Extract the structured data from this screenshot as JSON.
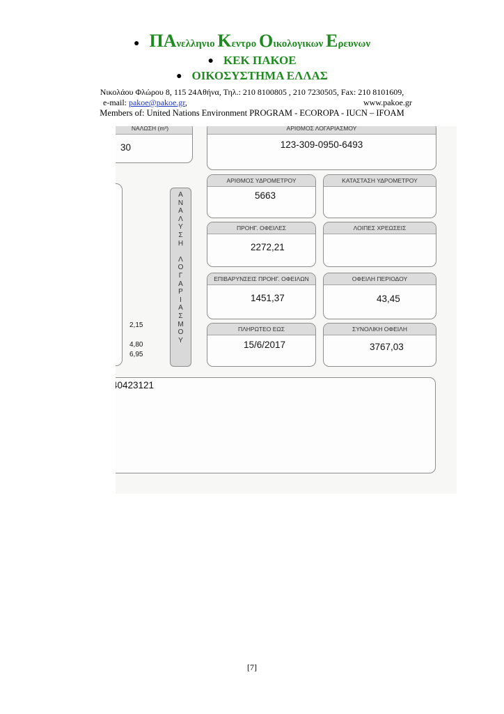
{
  "header": {
    "org_line": [
      "ΠΑ",
      "νελληνιο ",
      "Κ",
      "εντρο ",
      "Ο",
      "ικολογικων ",
      "Ε",
      "ρευνων"
    ],
    "org_short": "ΚΕΚ ΠΑΚΟΕ",
    "network": "ΟΙΚΟΣΥΣΤΗΜΑ ΕΛΛΑΣ",
    "address": "Νικολάου Φλώρου 8, 115 24Αθήνα, Τηλ.: 210 8100805 , 210 7230505, Fax: 210 8101609,",
    "email_label": "e-mail: ",
    "email": "pakoe@pakoe.gr",
    "email_suffix": ",",
    "website": "www.pakoe.gr",
    "members": "Members of:  United Nations Environment PROGRAM  -  ECOROPA  -  IUCN – IFOAM"
  },
  "bill": {
    "consumption_label": "ΝΑΛΩΣΗ (m³)",
    "consumption_value": "30",
    "account_label": "ΑΡΙΘΜΟΣ ΛΟΓΑΡΙΑΣΜΟΥ",
    "account_value": "123-309-0950-6493",
    "meter_label": "ΑΡΙΘΜΟΣ ΥΔΡΟΜΕΤΡΟΥ",
    "meter_value": "5663",
    "meter_status_label": "ΚΑΤΑΣΤΑΣΗ ΥΔΡΟΜΕΤΡΟΥ",
    "meter_status_value": "",
    "prev_debt_label": "ΠΡΟΗΓ. ΟΦΕΙΛΕΣ",
    "prev_debt_value": "2272,21",
    "other_charges_label": "ΛΟΙΠΕΣ ΧΡΕΩΣΕΙΣ",
    "other_charges_value": "",
    "surcharges_label": "ΕΠΙΒΑΡΥΝΣΕΙΣ ΠΡΟΗΓ. ΟΦΕΙΛΩΝ",
    "surcharges_value": "1451,37",
    "period_debt_label": "ΟΦΕΙΛΗ ΠΕΡΙΟΔΟΥ",
    "period_debt_value": "43,45",
    "pay_by_label": "ΠΛΗΡΩΤΕΟ ΕΩΣ",
    "pay_by_value": "15/6/2017",
    "total_debt_label": "ΣΥΝΟΛΙΚΗ ΟΦΕΙΛΗ",
    "total_debt_value": "3767,03",
    "analysis_vertical": "ΑΝΑΛΥΣΗ ΛΟΓΑΡΙΑΣΜΟΥ",
    "left_values": [
      "2,15",
      "4,80",
      "6,95"
    ],
    "barcode_number": "40423121"
  },
  "footer": {
    "page_number": "[7]"
  }
}
